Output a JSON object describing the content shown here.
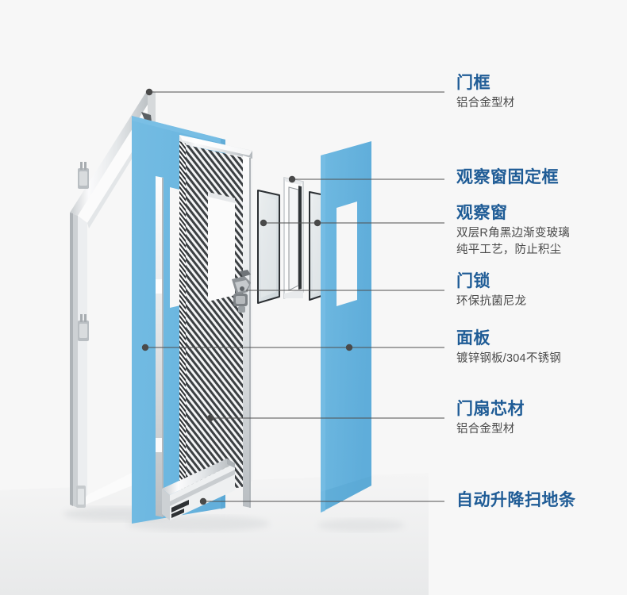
{
  "page": {
    "kind": "exploded-view-diagram",
    "subject": "door-assembly",
    "background_color": "#f7f7f7"
  },
  "colors": {
    "heading": "#1f5c96",
    "subtext": "#4a4a4a",
    "leader_line": "#4f4f4f",
    "panel_blue": "#6cb7e0",
    "panel_blue_dark": "#5aa8d4",
    "frame_light": "#f2f3f4",
    "frame_mid": "#d8dadc",
    "frame_dark": "#9ba0a4",
    "core_dark": "#3a3d40",
    "glass": "#dfe4e6",
    "background": "#f7f7f7"
  },
  "callouts": [
    {
      "id": "door-frame",
      "title": "门框",
      "subtitle": [
        "铝合金型材"
      ],
      "title_size": 21
    },
    {
      "id": "window-fixing-frame",
      "title": "观察窗固定框",
      "subtitle": [],
      "title_size": 21
    },
    {
      "id": "observation-window",
      "title": "观察窗",
      "subtitle": [
        "双层R角黑边渐变玻璃",
        "纯平工艺，防止积尘"
      ],
      "title_size": 21
    },
    {
      "id": "door-lock",
      "title": "门锁",
      "subtitle": [
        "环保抗菌尼龙"
      ],
      "title_size": 21
    },
    {
      "id": "panel",
      "title": "面板",
      "subtitle": [
        "镀锌钢板/304不锈钢"
      ],
      "title_size": 21
    },
    {
      "id": "door-leaf-core",
      "title": "门扇芯材",
      "subtitle": [
        "铝合金型材"
      ],
      "title_size": 21
    },
    {
      "id": "auto-lifting-sweep",
      "title": "自动升降扫地条",
      "subtitle": [],
      "title_size": 21
    }
  ],
  "parts": [
    {
      "id": "door-frame-part",
      "name": "门框",
      "note": "aluminium frame with two hinges"
    },
    {
      "id": "front-panel-part",
      "name": "面板（前）",
      "note": "blue steel sheet with window cutout"
    },
    {
      "id": "honeycomb-core-part",
      "name": "门扇芯材",
      "note": "aluminium honeycomb / corrugated core"
    },
    {
      "id": "glass-front-part",
      "name": "观察窗玻璃（外）",
      "note": "rounded-corner tempered glass"
    },
    {
      "id": "window-frame-part",
      "name": "观察窗固定框",
      "note": "aluminium bezel"
    },
    {
      "id": "glass-rear-part",
      "name": "观察窗玻璃（内）",
      "note": "rounded-corner tempered glass"
    },
    {
      "id": "door-lock-part",
      "name": "门锁",
      "note": "nylon lock mechanism"
    },
    {
      "id": "rear-panel-part",
      "name": "面板（后）",
      "note": "blue steel sheet with window cutout"
    },
    {
      "id": "sweep-strip-part",
      "name": "自动升降扫地条",
      "note": "aluminium bottom bar"
    }
  ]
}
